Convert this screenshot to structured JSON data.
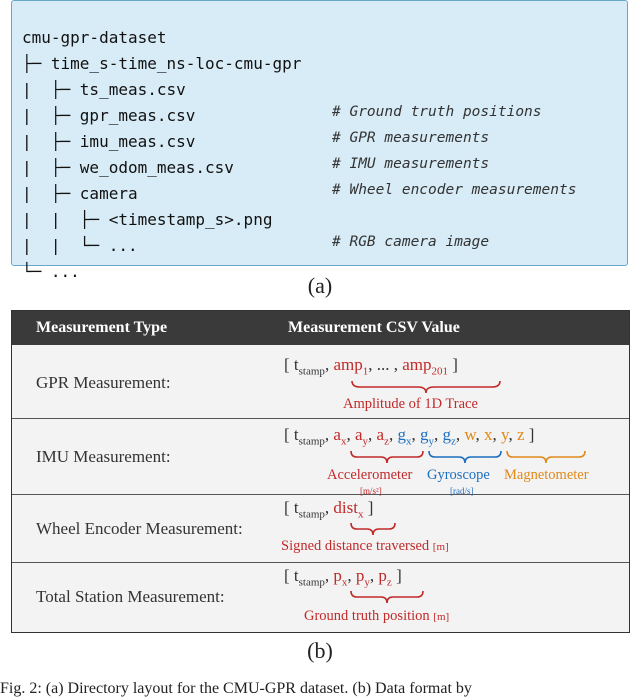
{
  "directory": {
    "lines": [
      {
        "tree": "cmu-gpr-dataset",
        "comment": ""
      },
      {
        "tree": "├─ time_s-time_ns-loc-cmu-gpr",
        "comment": ""
      },
      {
        "tree": "|  ├─ ts_meas.csv",
        "comment": "# Ground truth positions"
      },
      {
        "tree": "|  ├─ gpr_meas.csv",
        "comment": "# GPR measurements"
      },
      {
        "tree": "|  ├─ imu_meas.csv",
        "comment": "# IMU measurements"
      },
      {
        "tree": "|  ├─ we_odom_meas.csv",
        "comment": "# Wheel encoder measurements"
      },
      {
        "tree": "|  ├─ camera",
        "comment": ""
      },
      {
        "tree": "|  |  ├─ <timestamp_s>.png",
        "comment": "# RGB camera image"
      },
      {
        "tree": "|  |  └─ ...",
        "comment": ""
      },
      {
        "tree": "└─ ...",
        "comment": ""
      }
    ],
    "caption": "(a)"
  },
  "table": {
    "header_type": "Measurement Type",
    "header_value": "Measurement CSV Value",
    "rows": {
      "gpr": {
        "label": "GPR Measurement:",
        "amp": "amp",
        "amp1": "1",
        "ellipsis": "... ,",
        "amp201": "201",
        "note": "Amplitude of 1D Trace"
      },
      "imu": {
        "label": "IMU Measurement:",
        "acc_note": "Accelerometer",
        "acc_unit": "[m/s²]",
        "gyro_note": "Gyroscope",
        "gyro_unit": "[rad/s]",
        "mag_note": "Magnetometer"
      },
      "wheel": {
        "label": "Wheel Encoder Measurement:",
        "dist": "dist",
        "dist_sub": "x",
        "note": "Signed distance traversed",
        "note_unit": "[m]"
      },
      "ts": {
        "label": "Total Station Measurement:",
        "note": "Ground truth position",
        "note_unit": "[m]"
      }
    },
    "t": "t",
    "t_sub": "stamp",
    "caption": "(b)"
  },
  "figure_caption": "Fig. 2: (a) Directory layout for the CMU-GPR dataset. (b) Data format by",
  "colors": {
    "panel_bg": "#d8ecf7",
    "header_bg": "#3a3a3a",
    "red": "#c22a2a",
    "blue": "#1d6fc0",
    "orange": "#e0891a"
  }
}
